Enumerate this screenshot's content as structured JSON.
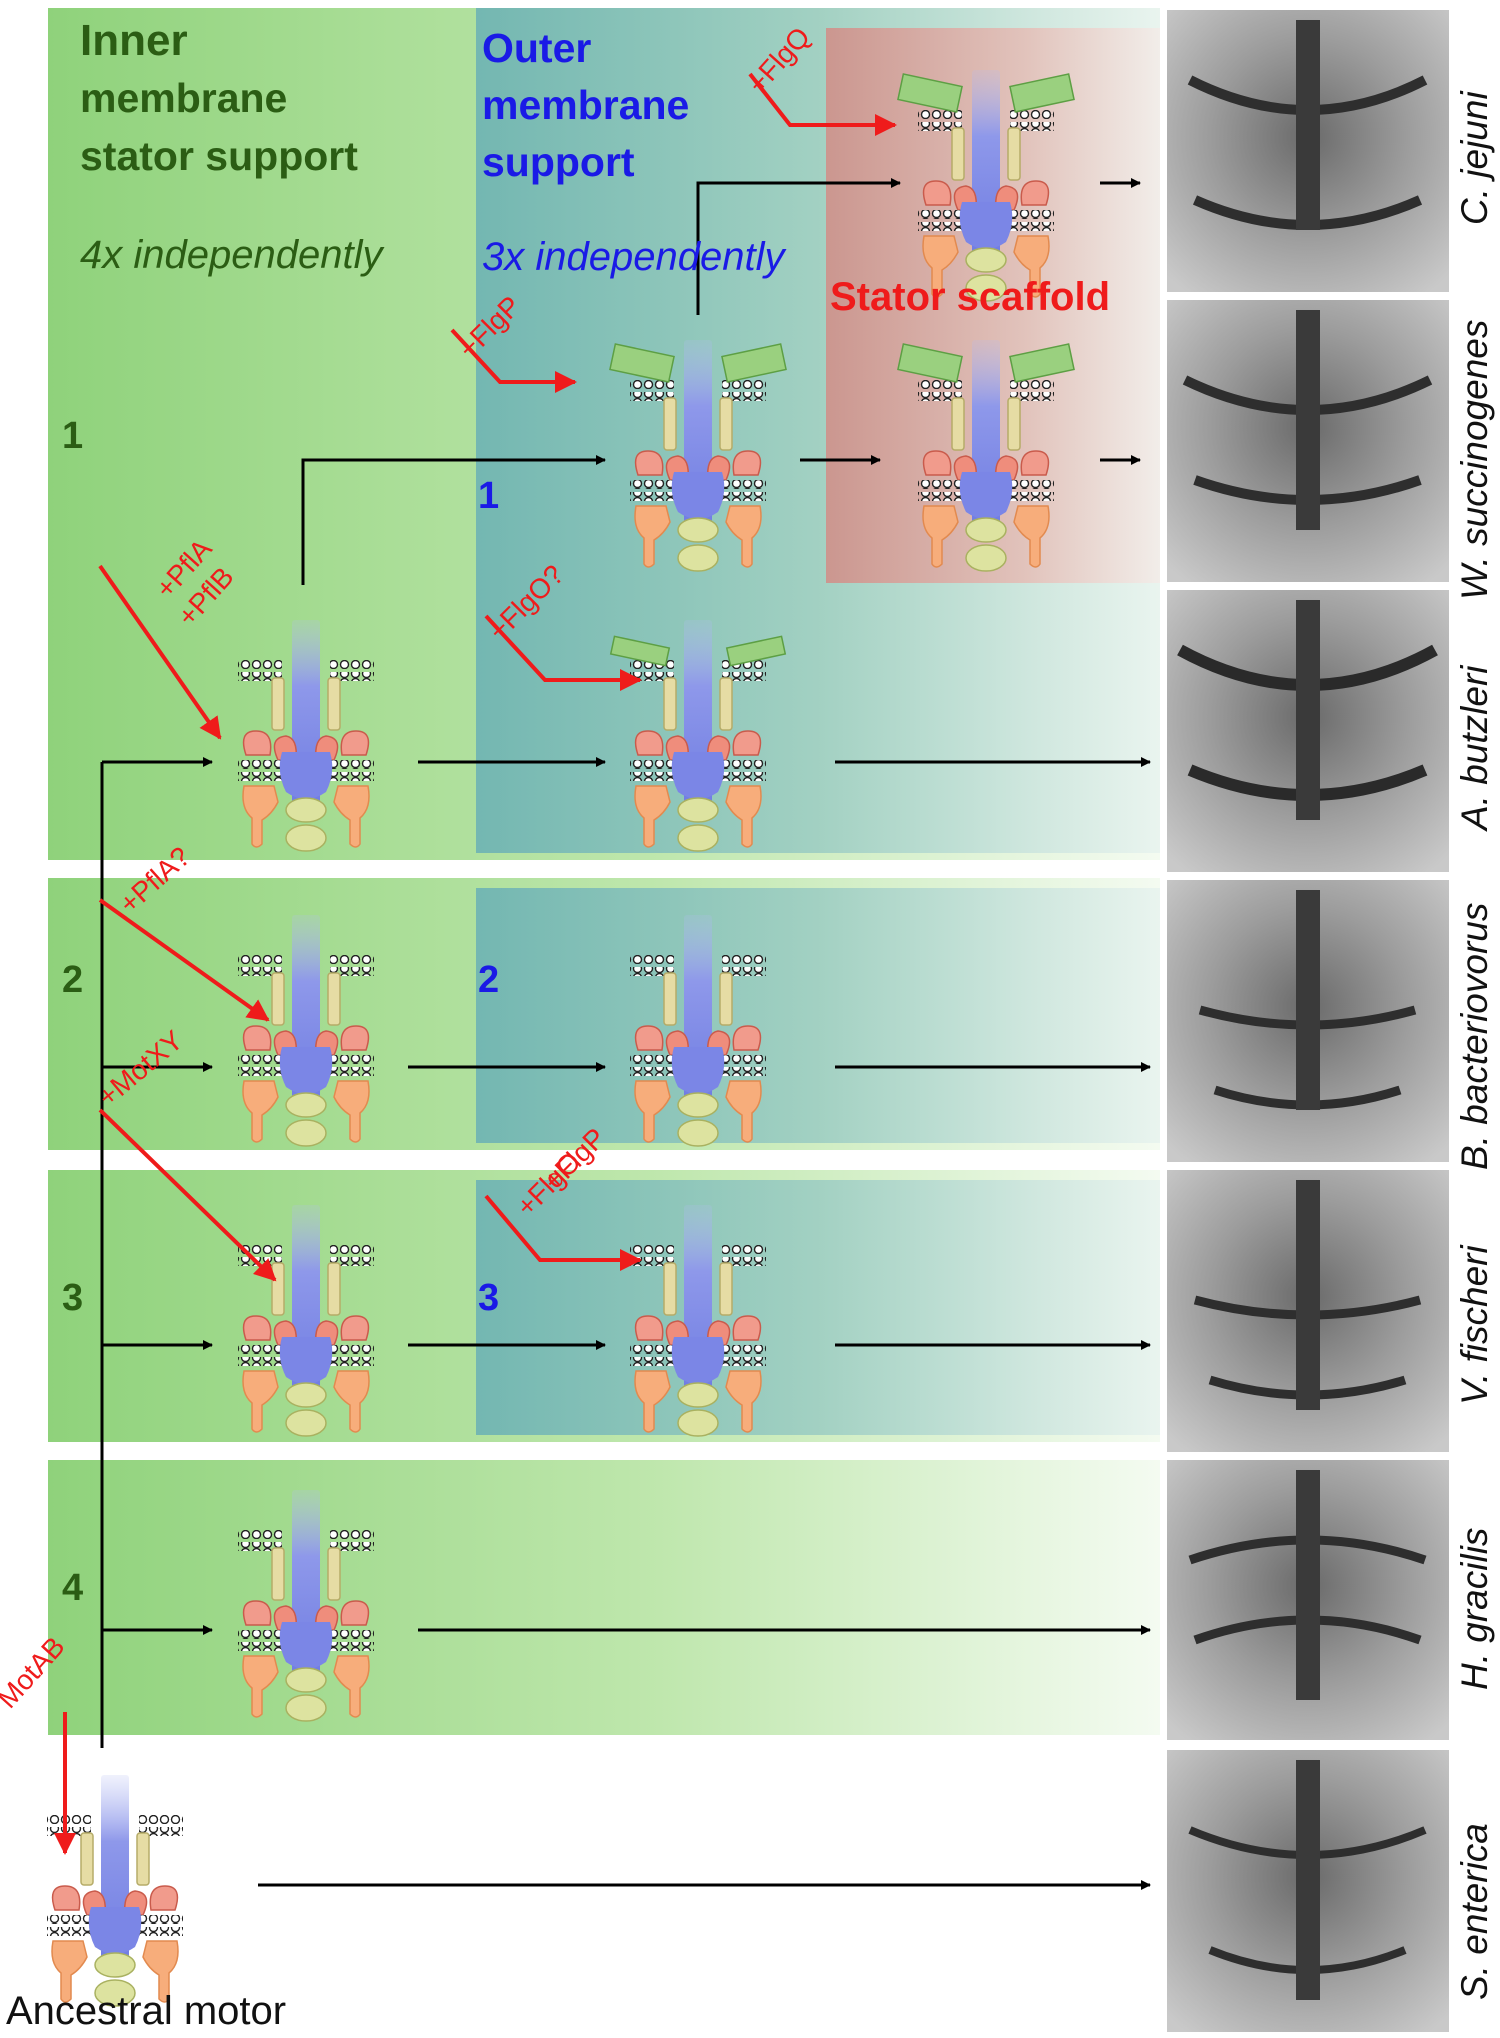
{
  "headers": {
    "inner_line1": "Inner",
    "inner_line2": "membrane",
    "inner_line3": "stator support",
    "inner_sub": "4x independently",
    "outer_line1": "Outer",
    "outer_line2": "membrane",
    "outer_line3": "support",
    "outer_sub": "3x independently",
    "scaffold": "Stator scaffold"
  },
  "row_numbers_green": [
    "1",
    "2",
    "3",
    "4"
  ],
  "row_numbers_blue": [
    "1",
    "2",
    "3"
  ],
  "additions": {
    "flgq": "+FlgQ",
    "flgp": "+FlgP",
    "pflab": "+PflA\n+PflB",
    "flgo_q": "+FlgO?",
    "pfla_q": "+PflA?",
    "motxy": "+MotXY",
    "flgpo": "+FlgP\n+FlgO",
    "motab": "MotAB"
  },
  "species": [
    "C. jejuni",
    "W. succinogenes",
    "A. butzleri",
    "B. bacteriovorus",
    "V. fischeri",
    "H. gracilis",
    "S. enterica"
  ],
  "ancestral_label": "Ancestral motor",
  "colors": {
    "inner_green": "#9fdb8e",
    "outer_teal": "#6fb4ae",
    "scaffold_red": "#d89a92",
    "arrow_red": "#ef1b1b",
    "rod_blue": "#7a86e6",
    "stator_red": "#e0705a",
    "orange": "#f5a36c",
    "olive": "#dde3a0",
    "green_part": "#9ad07f"
  },
  "icons": [
    "motor-schematic-icon",
    "membrane-bead-icon",
    "tomogram-panel"
  ]
}
